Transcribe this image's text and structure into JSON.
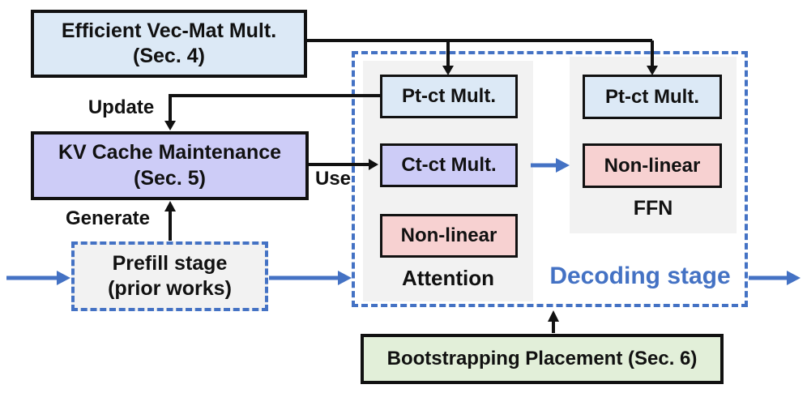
{
  "modules": {
    "vecmat": {
      "line1": "Efficient Vec-Mat Mult.",
      "line2": "(Sec. 4)"
    },
    "kvcache": {
      "line1": "KV Cache Maintenance",
      "line2": "(Sec. 5)"
    },
    "prefill": {
      "line1": "Prefill stage",
      "line2": "(prior works)"
    },
    "bootstrap": {
      "label": "Bootstrapping Placement (Sec. 6)"
    }
  },
  "decoding": {
    "label": "Decoding stage",
    "attention": {
      "label": "Attention",
      "ops": [
        "Pt-ct Mult.",
        "Ct-ct Mult.",
        "Non-linear"
      ]
    },
    "ffn": {
      "label": "FFN",
      "ops": [
        "Pt-ct Mult.",
        "Non-linear"
      ]
    }
  },
  "edge_labels": {
    "update": "Update",
    "use": "Use",
    "generate": "Generate"
  },
  "colors": {
    "light_blue": "#dce9f6",
    "lavender": "#cdccf7",
    "pink": "#f7d1d1",
    "green": "#e2efd9",
    "panel_gray": "#f2f2f2",
    "accent_blue": "#4472c4",
    "line_black": "#111111"
  }
}
